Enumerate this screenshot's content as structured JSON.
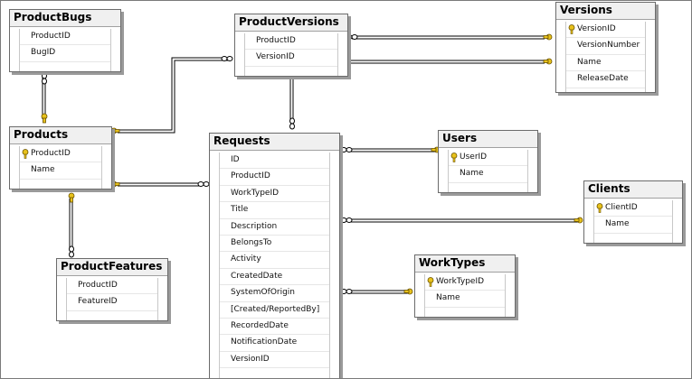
{
  "tables": {
    "product_bugs": {
      "title": "ProductBugs",
      "columns": [
        "ProductID",
        "BugID"
      ]
    },
    "product_versions": {
      "title": "ProductVersions",
      "columns": [
        "ProductID",
        "VersionID"
      ]
    },
    "versions": {
      "title": "Versions",
      "columns": [
        "VersionID",
        "VersionNumber",
        "Name",
        "ReleaseDate"
      ],
      "pk": "VersionID"
    },
    "products": {
      "title": "Products",
      "columns": [
        "ProductID",
        "Name"
      ],
      "pk": "ProductID"
    },
    "requests": {
      "title": "Requests",
      "columns": [
        "ID",
        "ProductID",
        "WorkTypeID",
        "Title",
        "Description",
        "BelongsTo",
        "Activity",
        "CreatedDate",
        "SystemOfOrigin",
        "[Created/ReportedBy]",
        "RecordedDate",
        "NotificationDate",
        "VersionID"
      ]
    },
    "users": {
      "title": "Users",
      "columns": [
        "UserID",
        "Name"
      ],
      "pk": "UserID"
    },
    "clients": {
      "title": "Clients",
      "columns": [
        "ClientID",
        "Name"
      ],
      "pk": "ClientID"
    },
    "product_features": {
      "title": "ProductFeatures",
      "columns": [
        "ProductID",
        "FeatureID"
      ]
    },
    "work_types": {
      "title": "WorkTypes",
      "columns": [
        "WorkTypeID",
        "Name"
      ],
      "pk": "WorkTypeID"
    }
  },
  "colors": {
    "table_header": "#f0f0f0",
    "table_border": "#6b6b6b",
    "key_icon": "#e8c21c",
    "line": "#000000"
  }
}
